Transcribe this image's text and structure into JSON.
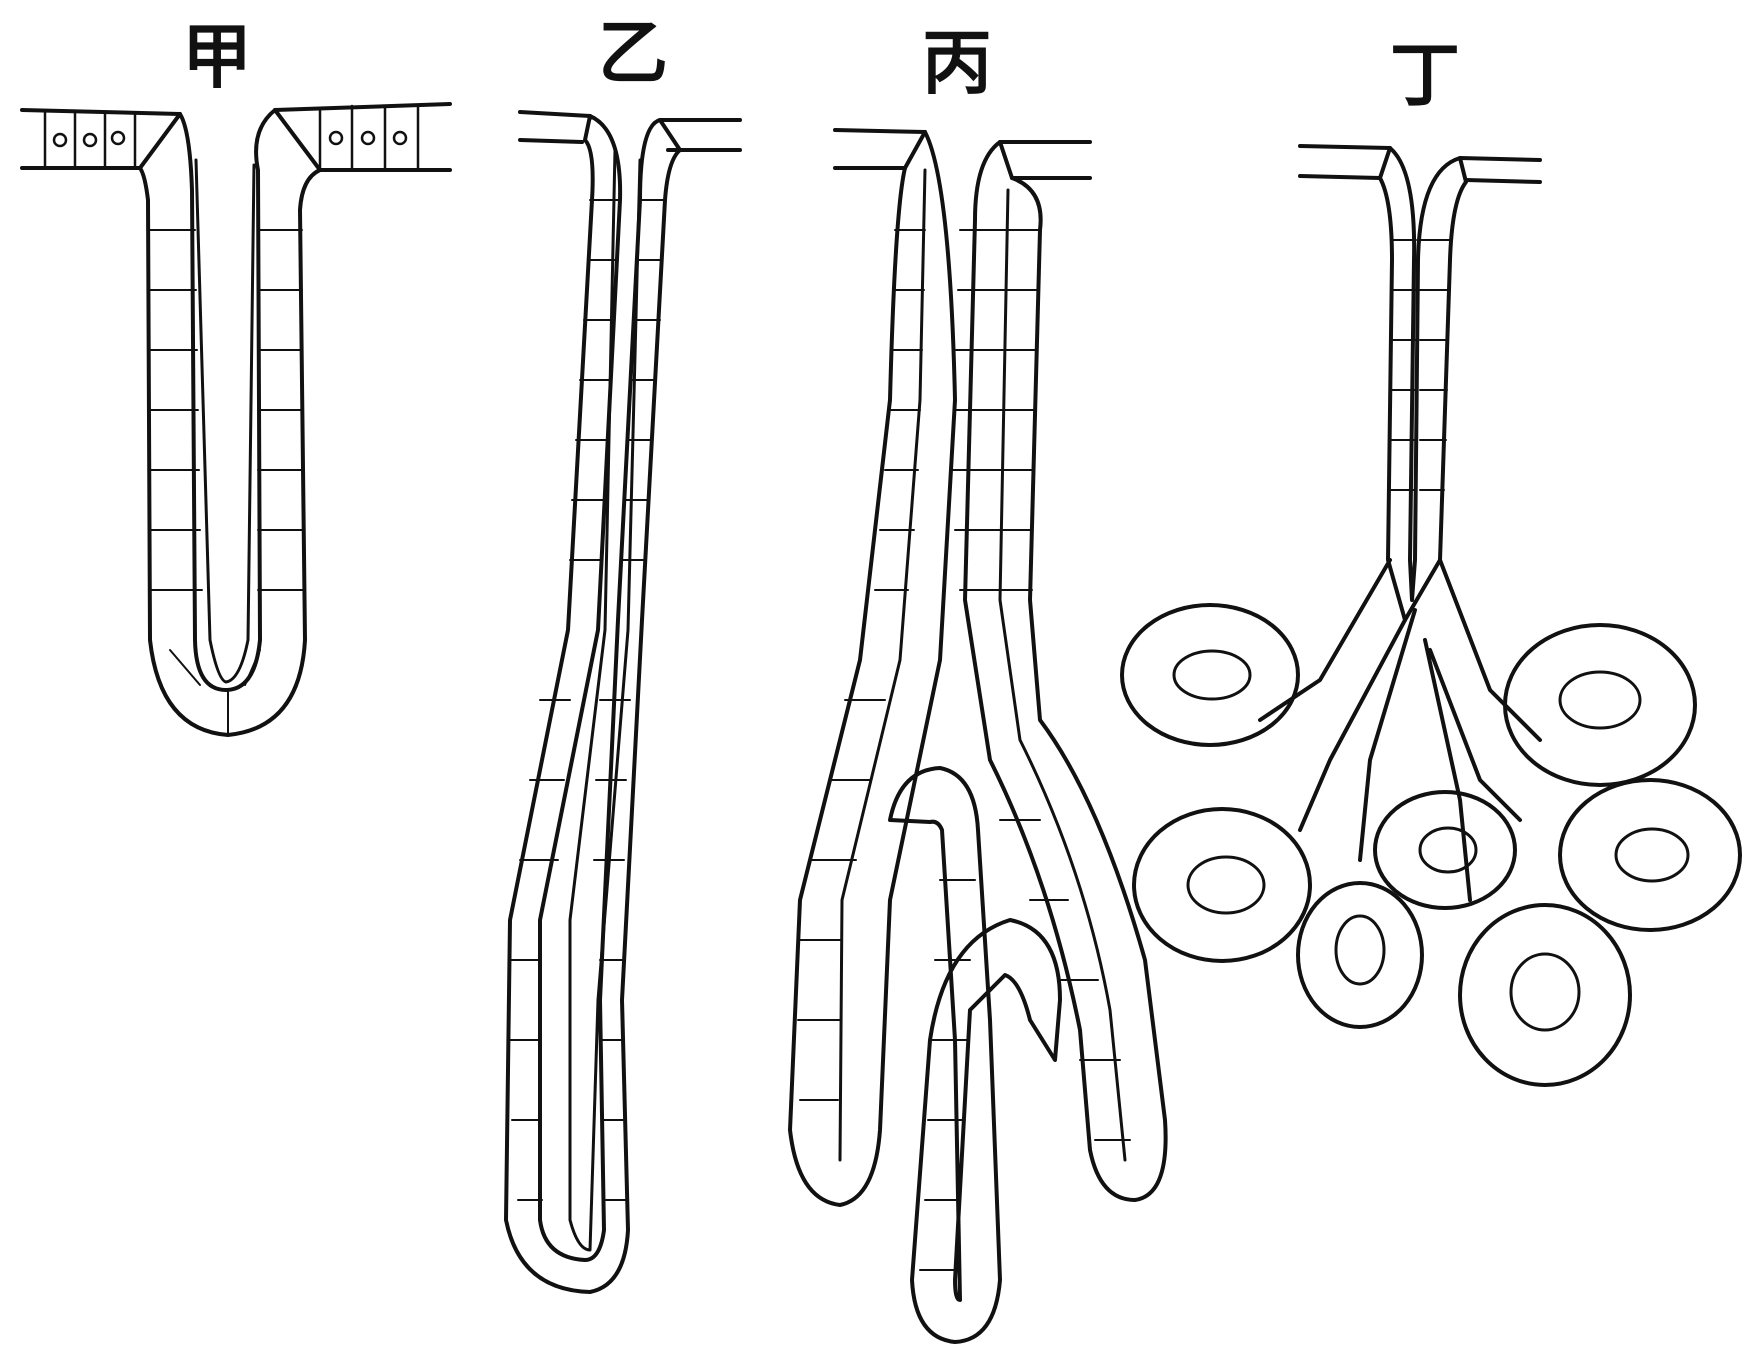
{
  "panels": [
    {
      "id": "a",
      "label": "甲"
    },
    {
      "id": "b",
      "label": "乙"
    },
    {
      "id": "c",
      "label": "丙"
    },
    {
      "id": "d",
      "label": "丁"
    }
  ],
  "colors": {
    "ink": "#111111",
    "paper": "#ffffff",
    "cell_fill": "#f2f2f2"
  }
}
